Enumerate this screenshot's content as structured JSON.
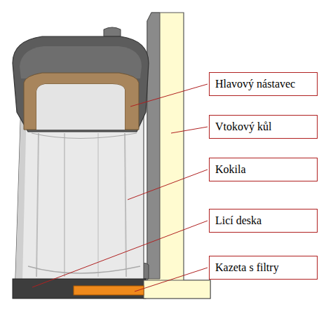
{
  "diagram": {
    "nodes": [
      {
        "text": [
          "Hlavový nástavec"
        ]
      },
      {
        "text": [
          "Vtokový kůl"
        ]
      },
      {
        "text": [
          "Kokila"
        ]
      },
      {
        "text": [
          "Licí deska"
        ]
      },
      {
        "text": [
          "Kazeta s filtry"
        ]
      }
    ]
  }
}
